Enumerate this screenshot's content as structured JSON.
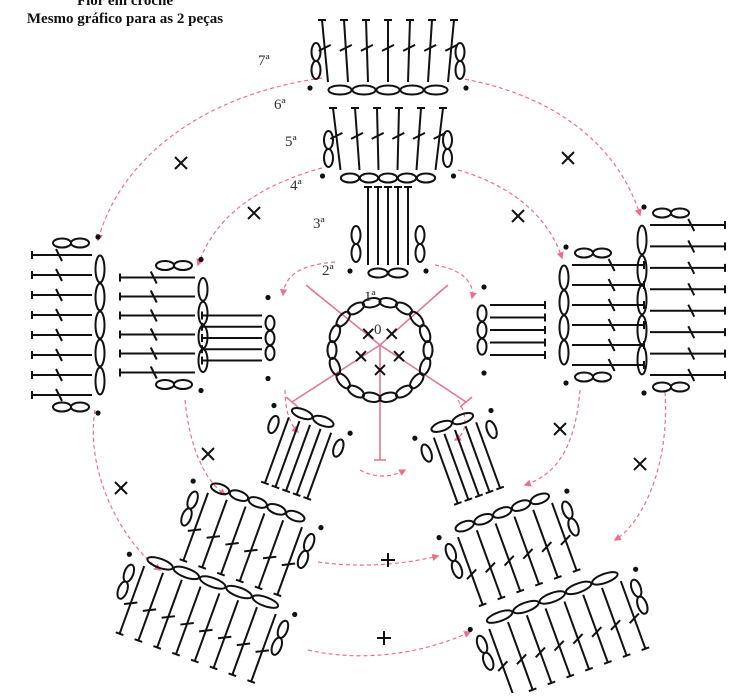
{
  "title_line1": "Flor em crochê",
  "title_line2": "Mesmo gráfico para as 2 peças",
  "round_labels": [
    "1ª",
    "2ª",
    "3ª",
    "4ª",
    "5ª",
    "6ª",
    "7ª"
  ],
  "center_label": "0",
  "colors": {
    "stitch": "#111111",
    "center_foundation": "#e07a93",
    "join_arrows": "#ef6f8a"
  }
}
